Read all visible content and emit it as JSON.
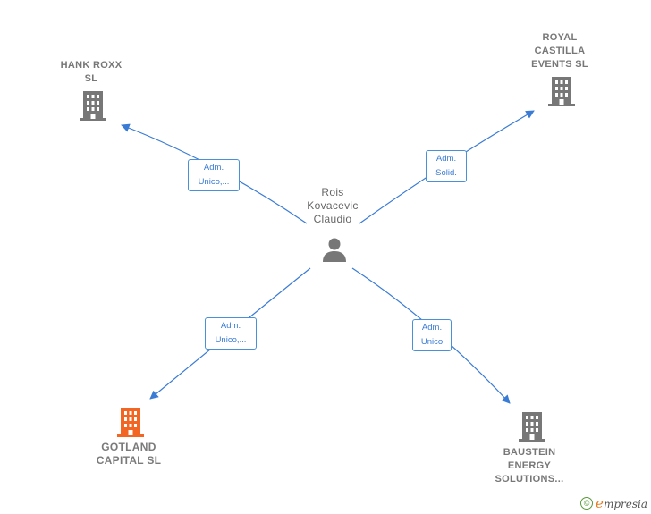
{
  "center": {
    "name_lines": [
      "Rois",
      "Kovacevic",
      "Claudio"
    ],
    "icon": "person-icon"
  },
  "companies": {
    "hank": {
      "name_lines": [
        "HANK ROXX",
        "SL"
      ],
      "icon": "building-icon",
      "color": "#777777"
    },
    "royal": {
      "name_lines": [
        "ROYAL",
        "CASTILLA",
        "EVENTS  SL"
      ],
      "icon": "building-icon",
      "color": "#777777"
    },
    "gotland": {
      "name_lines": [
        "GOTLAND",
        "CAPITAL  SL"
      ],
      "icon": "building-icon",
      "color": "#f26522"
    },
    "baustein": {
      "name_lines": [
        "BAUSTEIN",
        "ENERGY",
        "SOLUTIONS..."
      ],
      "icon": "building-icon",
      "color": "#777777"
    }
  },
  "relations": {
    "hank": [
      "Adm.",
      "Unico,..."
    ],
    "royal": [
      "Adm.",
      "Solid."
    ],
    "gotland": [
      "Adm.",
      "Unico,..."
    ],
    "baustein": [
      "Adm.",
      "Unico"
    ]
  },
  "colors": {
    "edge": "#3a7bd5",
    "icon": "#777777",
    "highlight": "#f26522"
  },
  "footer": {
    "copyright_symbol": "©",
    "brand_initial": "e",
    "brand_rest": "mpresia"
  }
}
